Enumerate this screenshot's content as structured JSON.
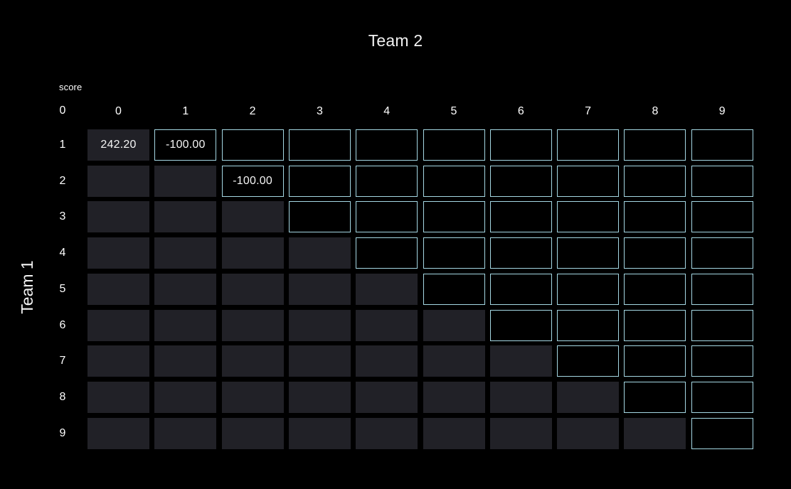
{
  "title": "Team 2",
  "y_axis_title": "Team 1",
  "score_label": "score",
  "colors": {
    "background": "#000000",
    "cell_fill": "#212127",
    "cell_border": "#a5d8e4",
    "text": "#ffffff"
  },
  "grid": {
    "col_headers": [
      "0",
      "1",
      "2",
      "3",
      "4",
      "5",
      "6",
      "7",
      "8",
      "9"
    ],
    "row_headers": [
      "0",
      "1",
      "2",
      "3",
      "4",
      "5",
      "6",
      "7",
      "8",
      "9"
    ],
    "first_row_index": 1,
    "rows": [
      {
        "label": "1",
        "cells": [
          {
            "value": "242.20",
            "style": "filled"
          },
          {
            "value": "-100.00",
            "style": "outlined"
          },
          {
            "value": "",
            "style": "outlined"
          },
          {
            "value": "",
            "style": "outlined"
          },
          {
            "value": "",
            "style": "outlined"
          },
          {
            "value": "",
            "style": "outlined"
          },
          {
            "value": "",
            "style": "outlined"
          },
          {
            "value": "",
            "style": "outlined"
          },
          {
            "value": "",
            "style": "outlined"
          },
          {
            "value": "",
            "style": "outlined"
          }
        ]
      },
      {
        "label": "2",
        "cells": [
          {
            "value": "",
            "style": "filled"
          },
          {
            "value": "",
            "style": "filled"
          },
          {
            "value": "-100.00",
            "style": "outlined"
          },
          {
            "value": "",
            "style": "outlined"
          },
          {
            "value": "",
            "style": "outlined"
          },
          {
            "value": "",
            "style": "outlined"
          },
          {
            "value": "",
            "style": "outlined"
          },
          {
            "value": "",
            "style": "outlined"
          },
          {
            "value": "",
            "style": "outlined"
          },
          {
            "value": "",
            "style": "outlined"
          }
        ]
      },
      {
        "label": "3",
        "cells": [
          {
            "value": "",
            "style": "filled"
          },
          {
            "value": "",
            "style": "filled"
          },
          {
            "value": "",
            "style": "filled"
          },
          {
            "value": "",
            "style": "outlined"
          },
          {
            "value": "",
            "style": "outlined"
          },
          {
            "value": "",
            "style": "outlined"
          },
          {
            "value": "",
            "style": "outlined"
          },
          {
            "value": "",
            "style": "outlined"
          },
          {
            "value": "",
            "style": "outlined"
          },
          {
            "value": "",
            "style": "outlined"
          }
        ]
      },
      {
        "label": "4",
        "cells": [
          {
            "value": "",
            "style": "filled"
          },
          {
            "value": "",
            "style": "filled"
          },
          {
            "value": "",
            "style": "filled"
          },
          {
            "value": "",
            "style": "filled"
          },
          {
            "value": "",
            "style": "outlined"
          },
          {
            "value": "",
            "style": "outlined"
          },
          {
            "value": "",
            "style": "outlined"
          },
          {
            "value": "",
            "style": "outlined"
          },
          {
            "value": "",
            "style": "outlined"
          },
          {
            "value": "",
            "style": "outlined"
          }
        ]
      },
      {
        "label": "5",
        "cells": [
          {
            "value": "",
            "style": "filled"
          },
          {
            "value": "",
            "style": "filled"
          },
          {
            "value": "",
            "style": "filled"
          },
          {
            "value": "",
            "style": "filled"
          },
          {
            "value": "",
            "style": "filled"
          },
          {
            "value": "",
            "style": "outlined"
          },
          {
            "value": "",
            "style": "outlined"
          },
          {
            "value": "",
            "style": "outlined"
          },
          {
            "value": "",
            "style": "outlined"
          },
          {
            "value": "",
            "style": "outlined"
          }
        ]
      },
      {
        "label": "6",
        "cells": [
          {
            "value": "",
            "style": "filled"
          },
          {
            "value": "",
            "style": "filled"
          },
          {
            "value": "",
            "style": "filled"
          },
          {
            "value": "",
            "style": "filled"
          },
          {
            "value": "",
            "style": "filled"
          },
          {
            "value": "",
            "style": "filled"
          },
          {
            "value": "",
            "style": "outlined"
          },
          {
            "value": "",
            "style": "outlined"
          },
          {
            "value": "",
            "style": "outlined"
          },
          {
            "value": "",
            "style": "outlined"
          }
        ]
      },
      {
        "label": "7",
        "cells": [
          {
            "value": "",
            "style": "filled"
          },
          {
            "value": "",
            "style": "filled"
          },
          {
            "value": "",
            "style": "filled"
          },
          {
            "value": "",
            "style": "filled"
          },
          {
            "value": "",
            "style": "filled"
          },
          {
            "value": "",
            "style": "filled"
          },
          {
            "value": "",
            "style": "filled"
          },
          {
            "value": "",
            "style": "outlined"
          },
          {
            "value": "",
            "style": "outlined"
          },
          {
            "value": "",
            "style": "outlined"
          }
        ]
      },
      {
        "label": "8",
        "cells": [
          {
            "value": "",
            "style": "filled"
          },
          {
            "value": "",
            "style": "filled"
          },
          {
            "value": "",
            "style": "filled"
          },
          {
            "value": "",
            "style": "filled"
          },
          {
            "value": "",
            "style": "filled"
          },
          {
            "value": "",
            "style": "filled"
          },
          {
            "value": "",
            "style": "filled"
          },
          {
            "value": "",
            "style": "filled"
          },
          {
            "value": "",
            "style": "outlined"
          },
          {
            "value": "",
            "style": "outlined"
          }
        ]
      },
      {
        "label": "9",
        "cells": [
          {
            "value": "",
            "style": "filled"
          },
          {
            "value": "",
            "style": "filled"
          },
          {
            "value": "",
            "style": "filled"
          },
          {
            "value": "",
            "style": "filled"
          },
          {
            "value": "",
            "style": "filled"
          },
          {
            "value": "",
            "style": "filled"
          },
          {
            "value": "",
            "style": "filled"
          },
          {
            "value": "",
            "style": "filled"
          },
          {
            "value": "",
            "style": "filled"
          },
          {
            "value": "",
            "style": "outlined"
          }
        ]
      }
    ]
  }
}
